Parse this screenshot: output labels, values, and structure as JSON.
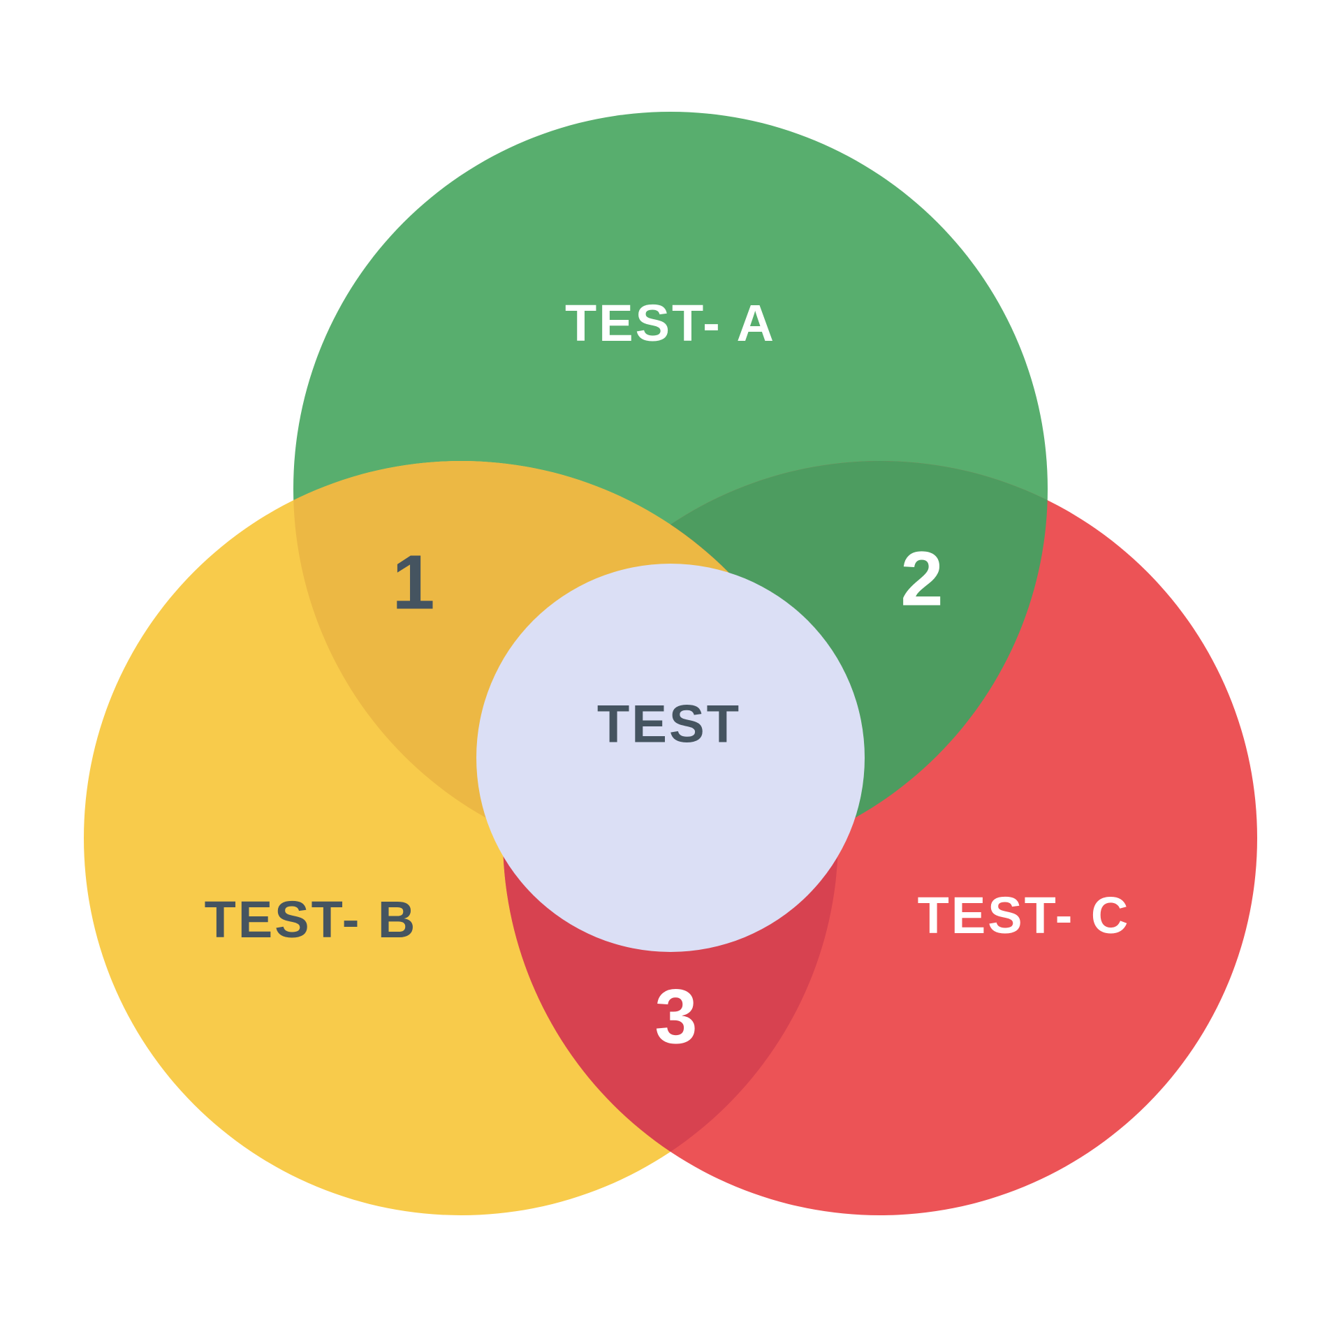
{
  "diagram": {
    "type": "venn",
    "background_color": "#ffffff",
    "circles": [
      {
        "id": "A",
        "label": "TEST- A",
        "color": "#58AE6E",
        "label_color": "#ffffff"
      },
      {
        "id": "B",
        "label": "TEST- B",
        "color": "#F8CB4B",
        "label_color": "#455460"
      },
      {
        "id": "C",
        "label": "TEST- C",
        "color": "#EC5356",
        "label_color": "#ffffff"
      }
    ],
    "intersections": [
      {
        "value": "1",
        "between": "A-B",
        "region_color": "#ECB844",
        "value_color": "#455460"
      },
      {
        "value": "2",
        "between": "A-C",
        "region_color": "#4D9C60",
        "value_color": "#ffffff"
      },
      {
        "value": "3",
        "between": "B-C",
        "region_color": "#D74250",
        "value_color": "#ffffff"
      }
    ],
    "center_circle": {
      "label": "TEST",
      "color": "#DBDFF5",
      "label_color": "#455460"
    }
  }
}
